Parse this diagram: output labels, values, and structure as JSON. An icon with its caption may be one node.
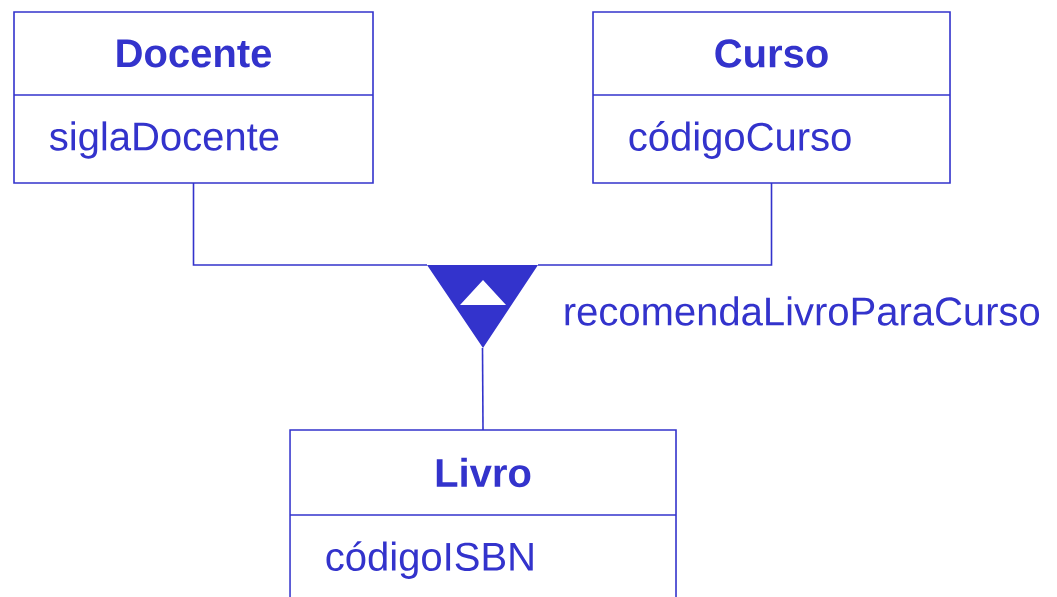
{
  "diagram": {
    "nodes": [
      {
        "text": [
          "Docente",
          "siglaDocente"
        ]
      },
      {
        "text": [
          "Curso",
          "códigoCurso"
        ]
      },
      {
        "text": [
          "Livro",
          "códigoISBN"
        ]
      },
      {
        "text": [],
        "shape": "triangle",
        "beside": [
          "recomendaLivroParaCurso"
        ]
      }
    ],
    "edges": [
      {
        "from": 0,
        "to": 3,
        "arrow": "none"
      },
      {
        "from": 1,
        "to": 3,
        "arrow": "none"
      },
      {
        "from": 3,
        "to": 2,
        "arrow": "none"
      }
    ]
  }
}
